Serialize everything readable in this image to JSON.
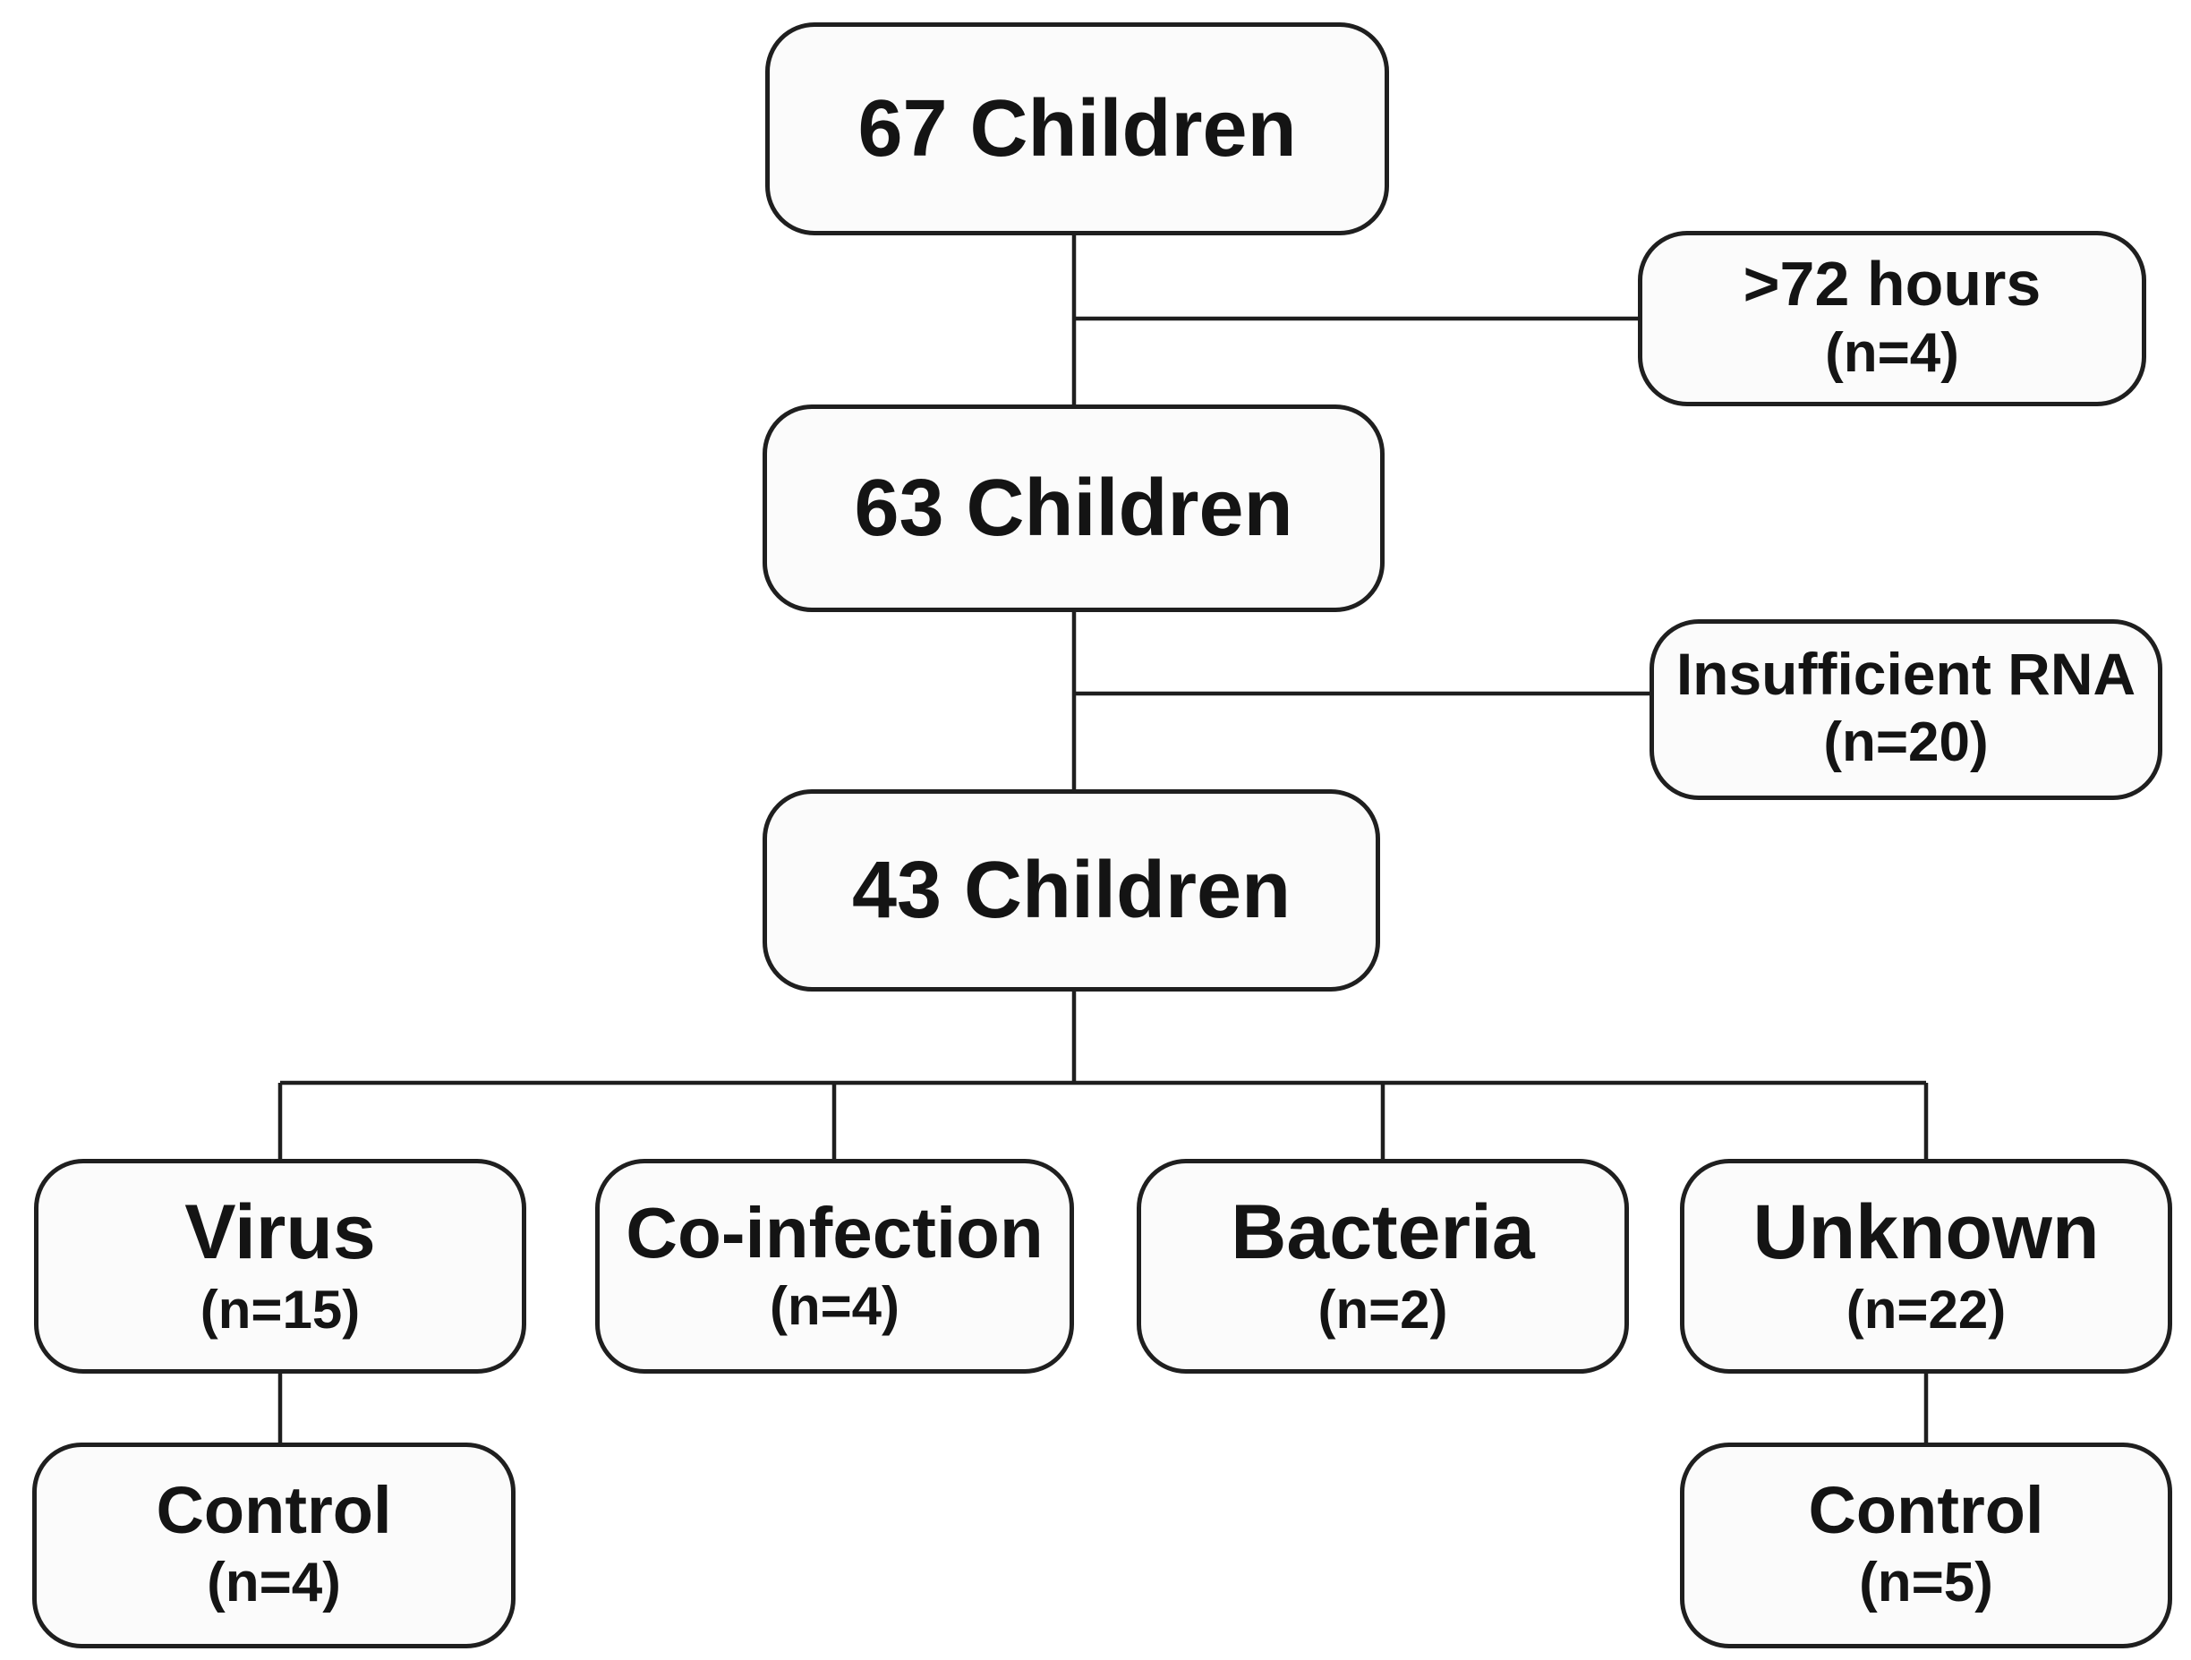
{
  "diagram": {
    "type": "flowchart",
    "colors": {
      "background": "#ffffff",
      "box_fill": "#fbfbfb",
      "box_border": "#1f1f1f",
      "line": "#1e1e1e",
      "text": "#141414"
    },
    "nodes": {
      "children67": {
        "title": "67 Children"
      },
      "hours72": {
        "title": ">72 hours",
        "subtitle": "(n=4)"
      },
      "children63": {
        "title": "63 Children"
      },
      "insufficientRna": {
        "title": "Insufficient RNA",
        "subtitle": "(n=20)"
      },
      "children43": {
        "title": "43 Children"
      },
      "virus": {
        "title": "Virus",
        "subtitle": "(n=15)"
      },
      "coinfection": {
        "title": "Co-infection",
        "subtitle": "(n=4)"
      },
      "bacteria": {
        "title": "Bacteria",
        "subtitle": "(n=2)"
      },
      "unknown": {
        "title": "Unknown",
        "subtitle": "(n=22)"
      },
      "controlVirus": {
        "title": "Control",
        "subtitle": "(n=4)"
      },
      "controlUnknown": {
        "title": "Control",
        "subtitle": "(n=5)"
      }
    },
    "edges": [
      {
        "from": "children67",
        "to": "hours72"
      },
      {
        "from": "children67",
        "to": "children63"
      },
      {
        "from": "children63",
        "to": "insufficientRna"
      },
      {
        "from": "children63",
        "to": "children43"
      },
      {
        "from": "children43",
        "to": "virus"
      },
      {
        "from": "children43",
        "to": "coinfection"
      },
      {
        "from": "children43",
        "to": "bacteria"
      },
      {
        "from": "children43",
        "to": "unknown"
      },
      {
        "from": "virus",
        "to": "controlVirus"
      },
      {
        "from": "unknown",
        "to": "controlUnknown"
      }
    ]
  }
}
